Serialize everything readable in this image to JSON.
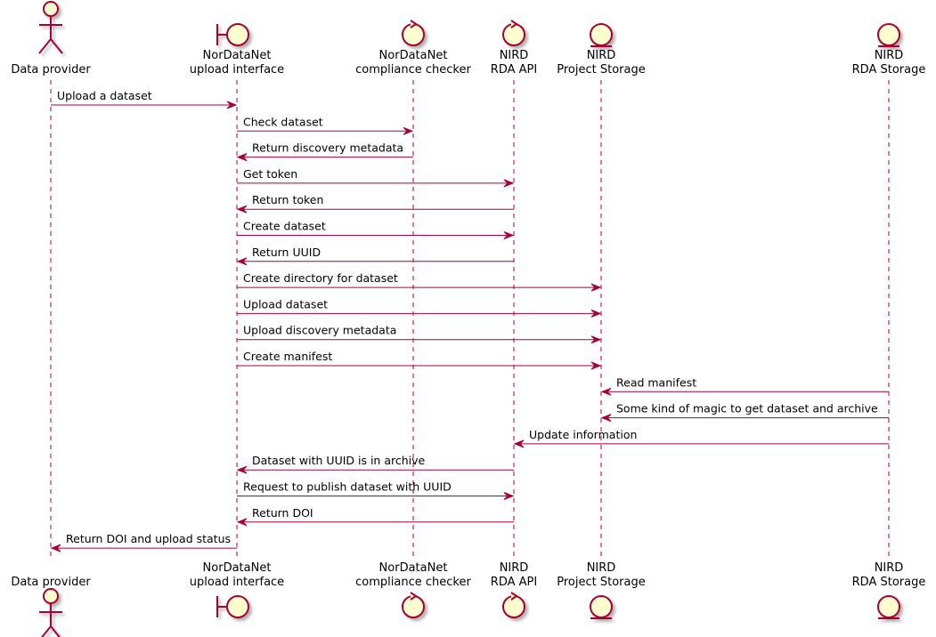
{
  "colors": {
    "line": "#A80036",
    "fill": "#FEFECE",
    "text": "#000000"
  },
  "participants": [
    {
      "id": "provider",
      "type": "actor",
      "line1": "",
      "line2": "Data provider"
    },
    {
      "id": "upload",
      "type": "boundary",
      "line1": "NorDataNet",
      "line2": "upload interface"
    },
    {
      "id": "checker",
      "type": "control",
      "line1": "NorDataNet",
      "line2": "compliance checker"
    },
    {
      "id": "api",
      "type": "control",
      "line1": "NIRD",
      "line2": "RDA API"
    },
    {
      "id": "project",
      "type": "entity",
      "line1": "NIRD",
      "line2": "Project Storage"
    },
    {
      "id": "rda",
      "type": "entity",
      "line1": "NIRD",
      "line2": "RDA Storage"
    }
  ],
  "messages": [
    {
      "from": 0,
      "to": 1,
      "label": "Upload a dataset"
    },
    {
      "from": 1,
      "to": 2,
      "label": "Check dataset"
    },
    {
      "from": 2,
      "to": 1,
      "label": "Return discovery metadata"
    },
    {
      "from": 1,
      "to": 3,
      "label": "Get token"
    },
    {
      "from": 3,
      "to": 1,
      "label": "Return token"
    },
    {
      "from": 1,
      "to": 3,
      "label": "Create dataset"
    },
    {
      "from": 3,
      "to": 1,
      "label": "Return UUID"
    },
    {
      "from": 1,
      "to": 4,
      "label": "Create directory for dataset"
    },
    {
      "from": 1,
      "to": 4,
      "label": "Upload dataset"
    },
    {
      "from": 1,
      "to": 4,
      "label": "Upload discovery metadata"
    },
    {
      "from": 1,
      "to": 4,
      "label": "Create manifest"
    },
    {
      "from": 5,
      "to": 4,
      "label": "Read manifest"
    },
    {
      "from": 5,
      "to": 4,
      "label": "Some kind of magic to get dataset and archive"
    },
    {
      "from": 5,
      "to": 3,
      "label": "Update information"
    },
    {
      "from": 3,
      "to": 1,
      "label": "Dataset with UUID is in archive"
    },
    {
      "from": 1,
      "to": 3,
      "label": "Request to publish dataset with UUID"
    },
    {
      "from": 3,
      "to": 1,
      "label": "Return DOI"
    },
    {
      "from": 1,
      "to": 0,
      "label": "Return DOI and upload status"
    }
  ]
}
